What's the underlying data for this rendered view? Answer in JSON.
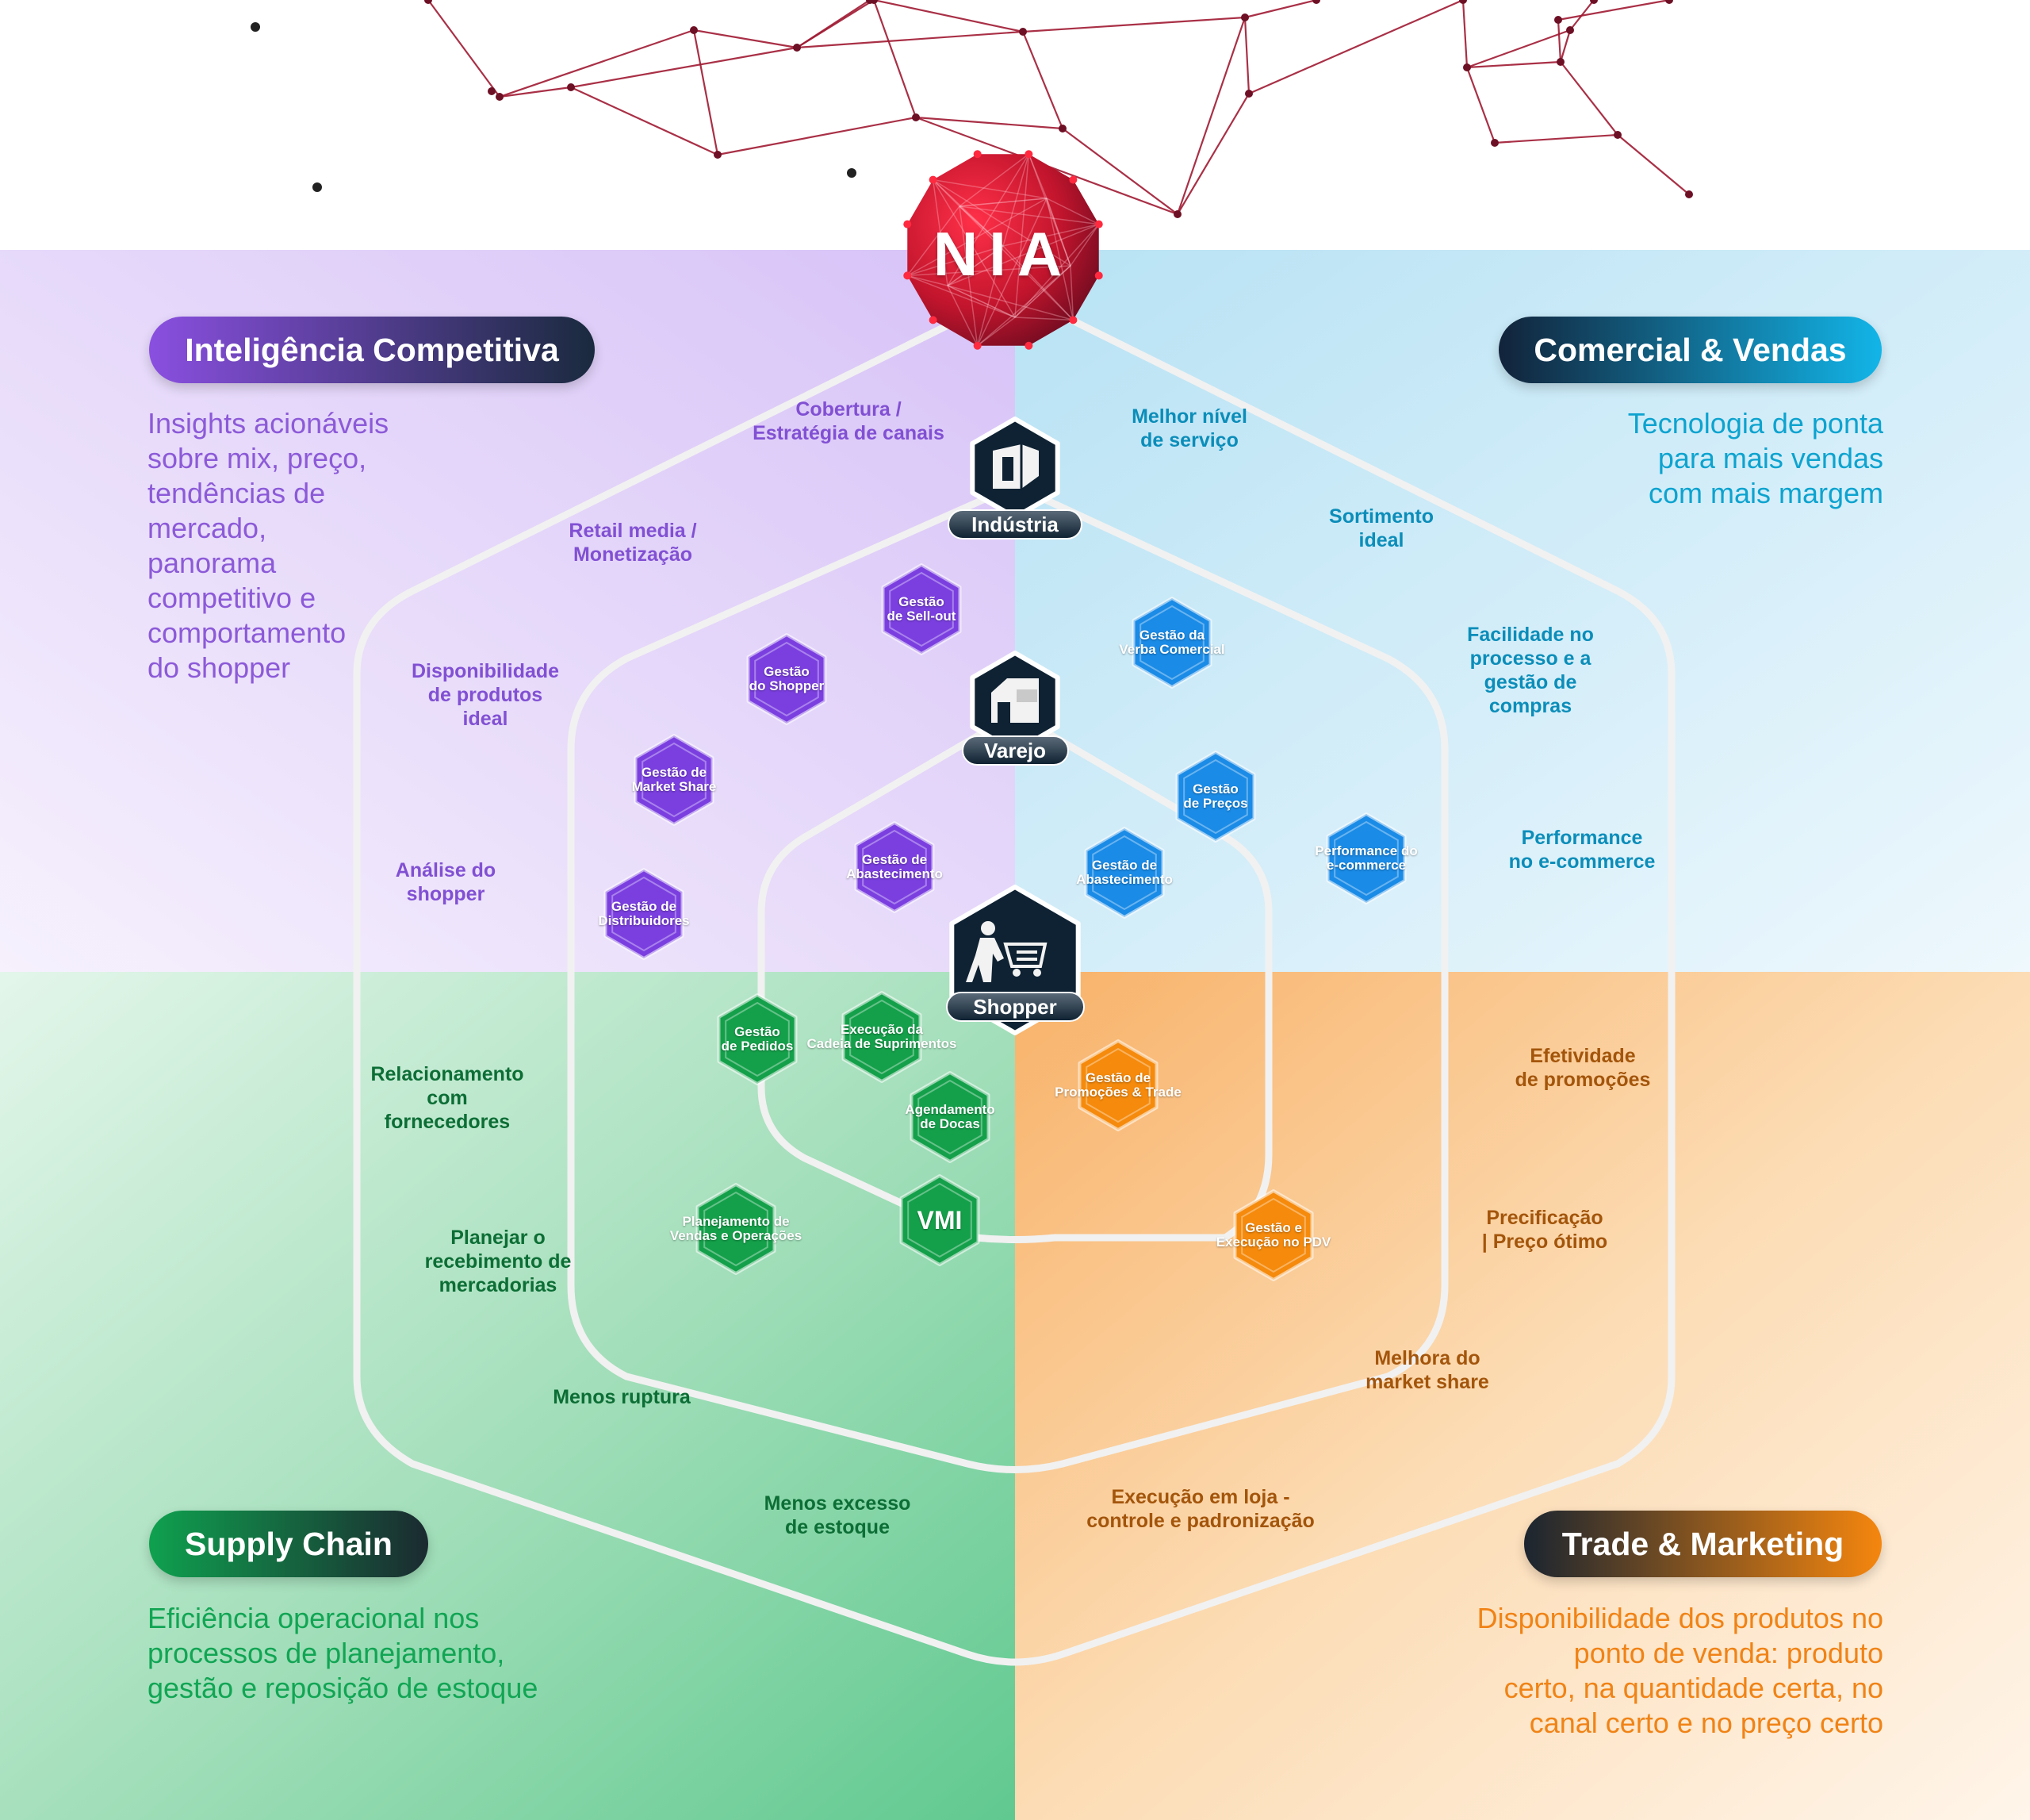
{
  "logo": {
    "text": "NIA"
  },
  "colors": {
    "purple": "#8a4fe0",
    "blue": "#0a8ec4",
    "green": "#11a554",
    "orange": "#f07d0c",
    "hex_purple": "#7b3fe0",
    "hex_blue": "#1a8be6",
    "hex_green": "#14a04a",
    "hex_orange": "#f58a0c",
    "dark": "#0f2233"
  },
  "quadrants": {
    "inteligencia": {
      "title": "Inteligência Competitiva",
      "description": "Insights acionáveis\nsobre mix, preço,\ntendências de\nmercado,\npanorama\ncompetitivo e\ncomportamento\ndo shopper"
    },
    "comercial": {
      "title": "Comercial & Vendas",
      "description": "Tecnologia de ponta\npara mais vendas\ncom mais margem"
    },
    "supply": {
      "title": "Supply Chain",
      "description": "Eficiência operacional nos\nprocessos de planejamento,\ngestão e reposição de estoque"
    },
    "trade": {
      "title": "Trade & Marketing",
      "description": "Disponibilidade dos produtos no\nponto de venda: produto\ncerto, na quantidade certa, no\ncanal certo e no preço certo"
    }
  },
  "levels": {
    "industria": {
      "label": "Indústria",
      "icon": "industry-icon"
    },
    "varejo": {
      "label": "Varejo",
      "icon": "store-icon"
    },
    "shopper": {
      "label": "Shopper",
      "icon": "shopper-cart-icon"
    }
  },
  "benefits": [
    "Cobertura /\nEstratégia de canais",
    "Retail media /\nMonetização",
    "Disponibilidade\nde produtos\nideal",
    "Análise do\nshopper",
    "Melhor nível\nde serviço",
    "Sortimento\nideal",
    "Facilidade no\nprocesso e a\ngestão de\ncompras",
    "Performance\nno e-commerce",
    "Relacionamento\ncom\nfornecedores",
    "Planejar o\nrecebimento de\nmercadorias",
    "Menos ruptura",
    "Menos excesso\nde estoque",
    "Efetividade\nde promoções",
    "Precificação\n| Preço ótimo",
    "Melhora do\nmarket share",
    "Execução em loja -\ncontrole e padronização"
  ],
  "solutions": [
    {
      "label": "Gestão\nde Sell-out",
      "color": "purple"
    },
    {
      "label": "Gestão\ndo Shopper",
      "color": "purple"
    },
    {
      "label": "Gestão de\nMarket Share",
      "color": "purple"
    },
    {
      "label": "Gestão de\nAbastecimento",
      "color": "purple"
    },
    {
      "label": "Gestão de\nDistribuidores",
      "color": "purple"
    },
    {
      "label": "Gestão da\nVerba Comercial",
      "color": "blue"
    },
    {
      "label": "Gestão\nde Preços",
      "color": "blue"
    },
    {
      "label": "Gestão de\nAbastecimento",
      "color": "blue"
    },
    {
      "label": "Performance do\ne-commerce",
      "color": "blue"
    },
    {
      "label": "Gestão\nde Pedidos",
      "color": "green"
    },
    {
      "label": "Execução da\nCadeia de Suprimentos",
      "color": "green"
    },
    {
      "label": "Agendamento\nde Docas",
      "color": "green"
    },
    {
      "label": "Planejamento de\nVendas e Operações",
      "color": "green"
    },
    {
      "label": "VMI",
      "color": "green"
    },
    {
      "label": "Gestão de\nPromoções & Trade",
      "color": "orange"
    },
    {
      "label": "Gestão e\nExecução no PDV",
      "color": "orange"
    }
  ]
}
